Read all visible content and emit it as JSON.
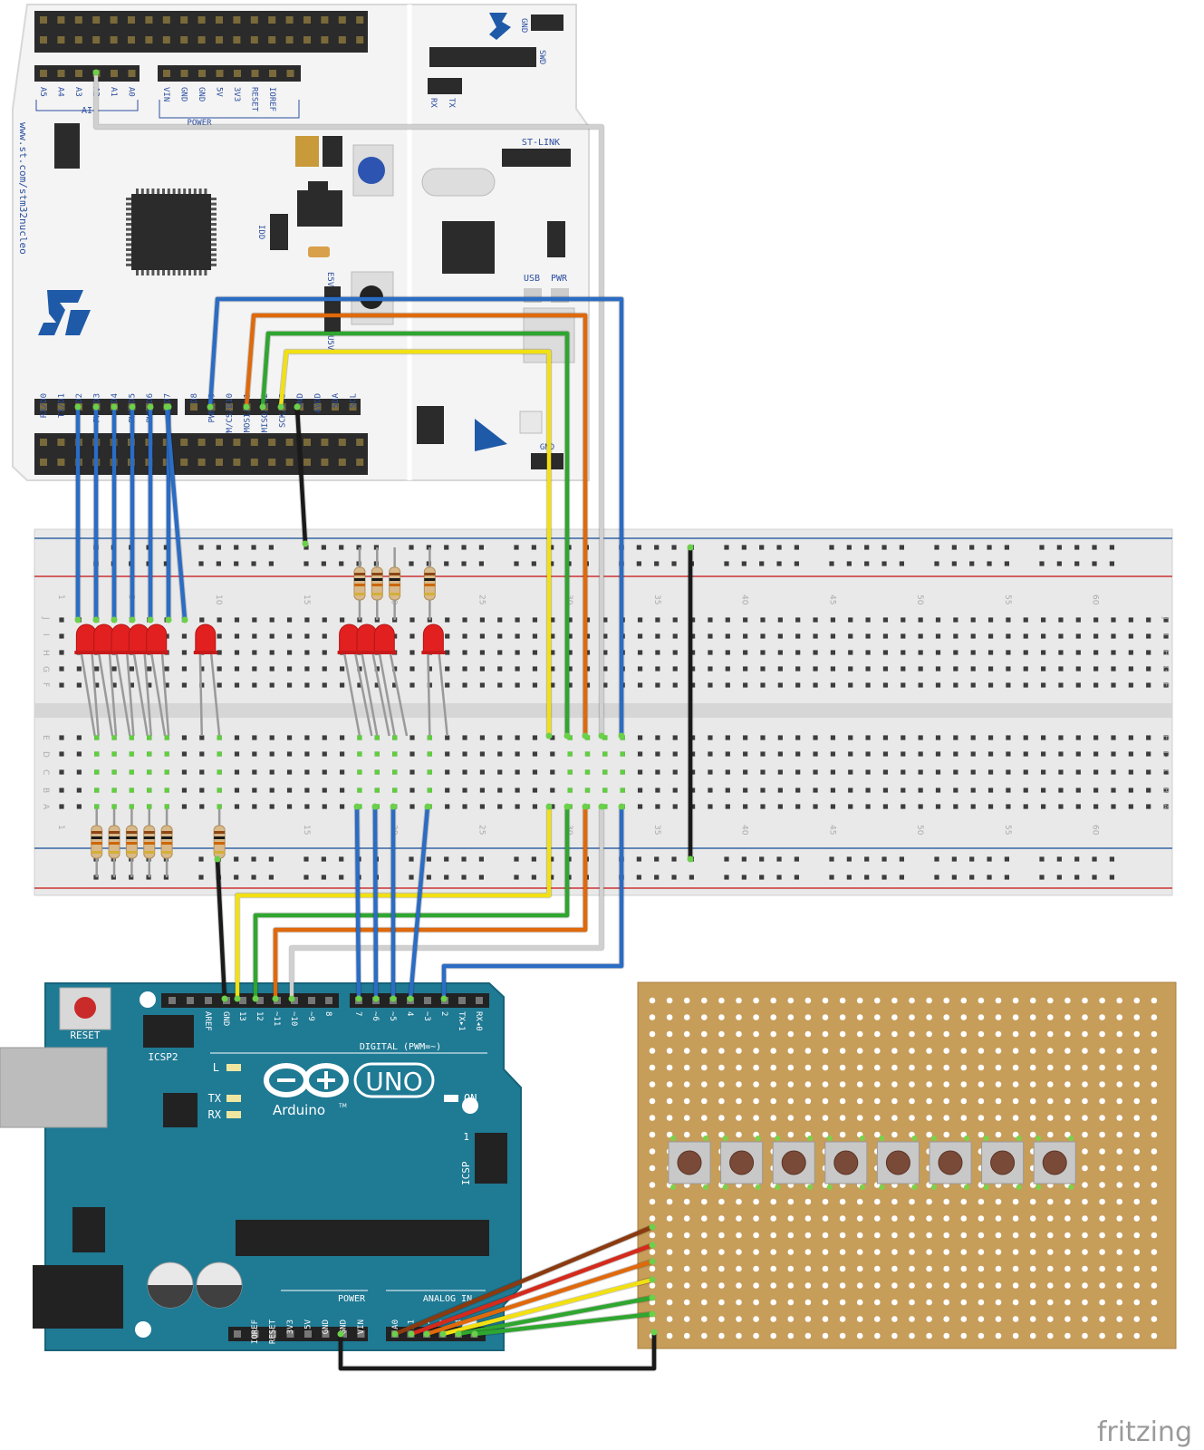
{
  "colors": {
    "nucleo_board": "#f4f4f4",
    "breadboard": "#e9e9e9",
    "rail_blue": "#3465a4",
    "rail_red": "#cc3333",
    "arduino_board": "#1f7a94",
    "perfboard": "#c79d5a",
    "wire_blue": "#2b6cc4",
    "wire_orange": "#e0690b",
    "wire_green": "#2fa62f",
    "wire_yellow": "#f2e013",
    "wire_white": "#d0d0d0",
    "wire_black": "#1a1a1a",
    "wire_brown": "#8b3a0f",
    "wire_red": "#d42a1c",
    "led_red": "#e22020",
    "button_cap": "#7a4a38"
  },
  "nucleo": {
    "website": "www.st.com/stm32nucleo",
    "ai_label": "AI",
    "power_label": "POWER",
    "gnd": "GND",
    "swd": "SWD",
    "rx": "RX",
    "tx": "TX",
    "stlink": "ST-LINK",
    "idd": "IDD",
    "e5v": "E5V",
    "u5v": "U5V",
    "usb": "USB",
    "pwr": "PWR",
    "gnd2": "GND",
    "analog_pins": [
      "A5",
      "A4",
      "A3",
      "A2",
      "A1",
      "A0"
    ],
    "power_pins": [
      "VIN",
      "GND",
      "GND",
      "5V",
      "3V3",
      "RESET",
      "IOREF"
    ],
    "digital_left": [
      "RX/D0",
      "TX/D1",
      "D2",
      "PWM/D3",
      "D4",
      "PWM/D5",
      "PWM/D6",
      "D7"
    ],
    "digital_right": [
      "D8",
      "PWM/D9",
      "PWM/CS/D10",
      "PWM/MOSI/D11",
      "MISO/D12",
      "SCK/D13",
      "GND",
      "AVDD",
      "SDA",
      "SCL"
    ]
  },
  "breadboard": {
    "row_letters_top": [
      "J",
      "I",
      "H",
      "G",
      "F"
    ],
    "row_letters_bottom": [
      "E",
      "D",
      "C",
      "B",
      "A"
    ],
    "column_numbers": [
      "1",
      "5",
      "10",
      "15",
      "20",
      "25",
      "30",
      "35",
      "40",
      "45",
      "50",
      "55",
      "60"
    ]
  },
  "arduino": {
    "reset": "RESET",
    "icsp2": "ICSP2",
    "icsp": "ICSP",
    "brand": "Arduino",
    "tm": "TM",
    "model": "UNO",
    "on": "ON",
    "led_l": "L",
    "led_tx": "TX",
    "led_rx": "RX",
    "digital_label": "DIGITAL (PWM=~)",
    "digital_pins": [
      "AREF",
      "GND",
      "13",
      "12",
      "~11",
      "~10",
      "~9",
      "8",
      "7",
      "~6",
      "~5",
      "4",
      "~3",
      "2",
      "TX▸1",
      "RX◂0"
    ],
    "power_label": "POWER",
    "power_pins": [
      "IOREF",
      "RESET",
      "3V3",
      "5V",
      "GND",
      "GND",
      "VIN"
    ],
    "analog_label": "ANALOG IN",
    "analog_pins": [
      "A0",
      "A1",
      "2",
      "3",
      "4",
      "5"
    ],
    "icsp_one": "1"
  },
  "perfboard": {
    "button_count": 8
  },
  "watermark": "fritzing"
}
